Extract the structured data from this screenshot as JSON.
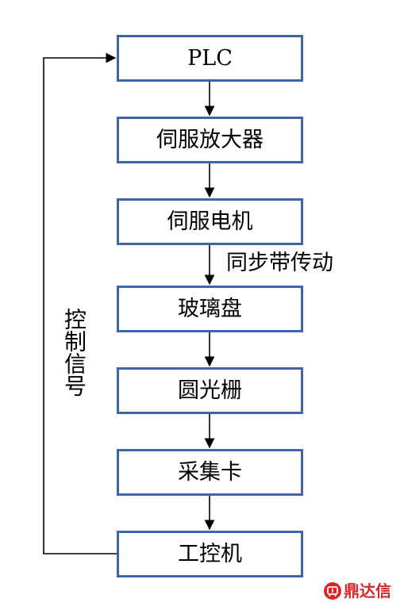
{
  "nodes": [
    {
      "id": "plc",
      "label": "PLC"
    },
    {
      "id": "servo-amplifier",
      "label": "伺服放大器"
    },
    {
      "id": "servo-motor",
      "label": "伺服电机"
    },
    {
      "id": "glass-disk",
      "label": "玻璃盘"
    },
    {
      "id": "circular-grating",
      "label": "圆光栅"
    },
    {
      "id": "acquisition-card",
      "label": "采集卡"
    },
    {
      "id": "industrial-pc",
      "label": "工控机"
    }
  ],
  "edges": [
    {
      "from": "plc",
      "to": "servo-amplifier"
    },
    {
      "from": "servo-amplifier",
      "to": "servo-motor"
    },
    {
      "from": "servo-motor",
      "to": "glass-disk",
      "label": "同步带传动"
    },
    {
      "from": "glass-disk",
      "to": "circular-grating"
    },
    {
      "from": "circular-grating",
      "to": "acquisition-card"
    },
    {
      "from": "acquisition-card",
      "to": "industrial-pc"
    },
    {
      "from": "industrial-pc",
      "to": "plc",
      "label": "控制信号"
    }
  ],
  "watermark": {
    "text": "鼎达信",
    "color": "#D8262B"
  },
  "colors": {
    "box_border": "#3F64A8",
    "line": "#000000"
  }
}
